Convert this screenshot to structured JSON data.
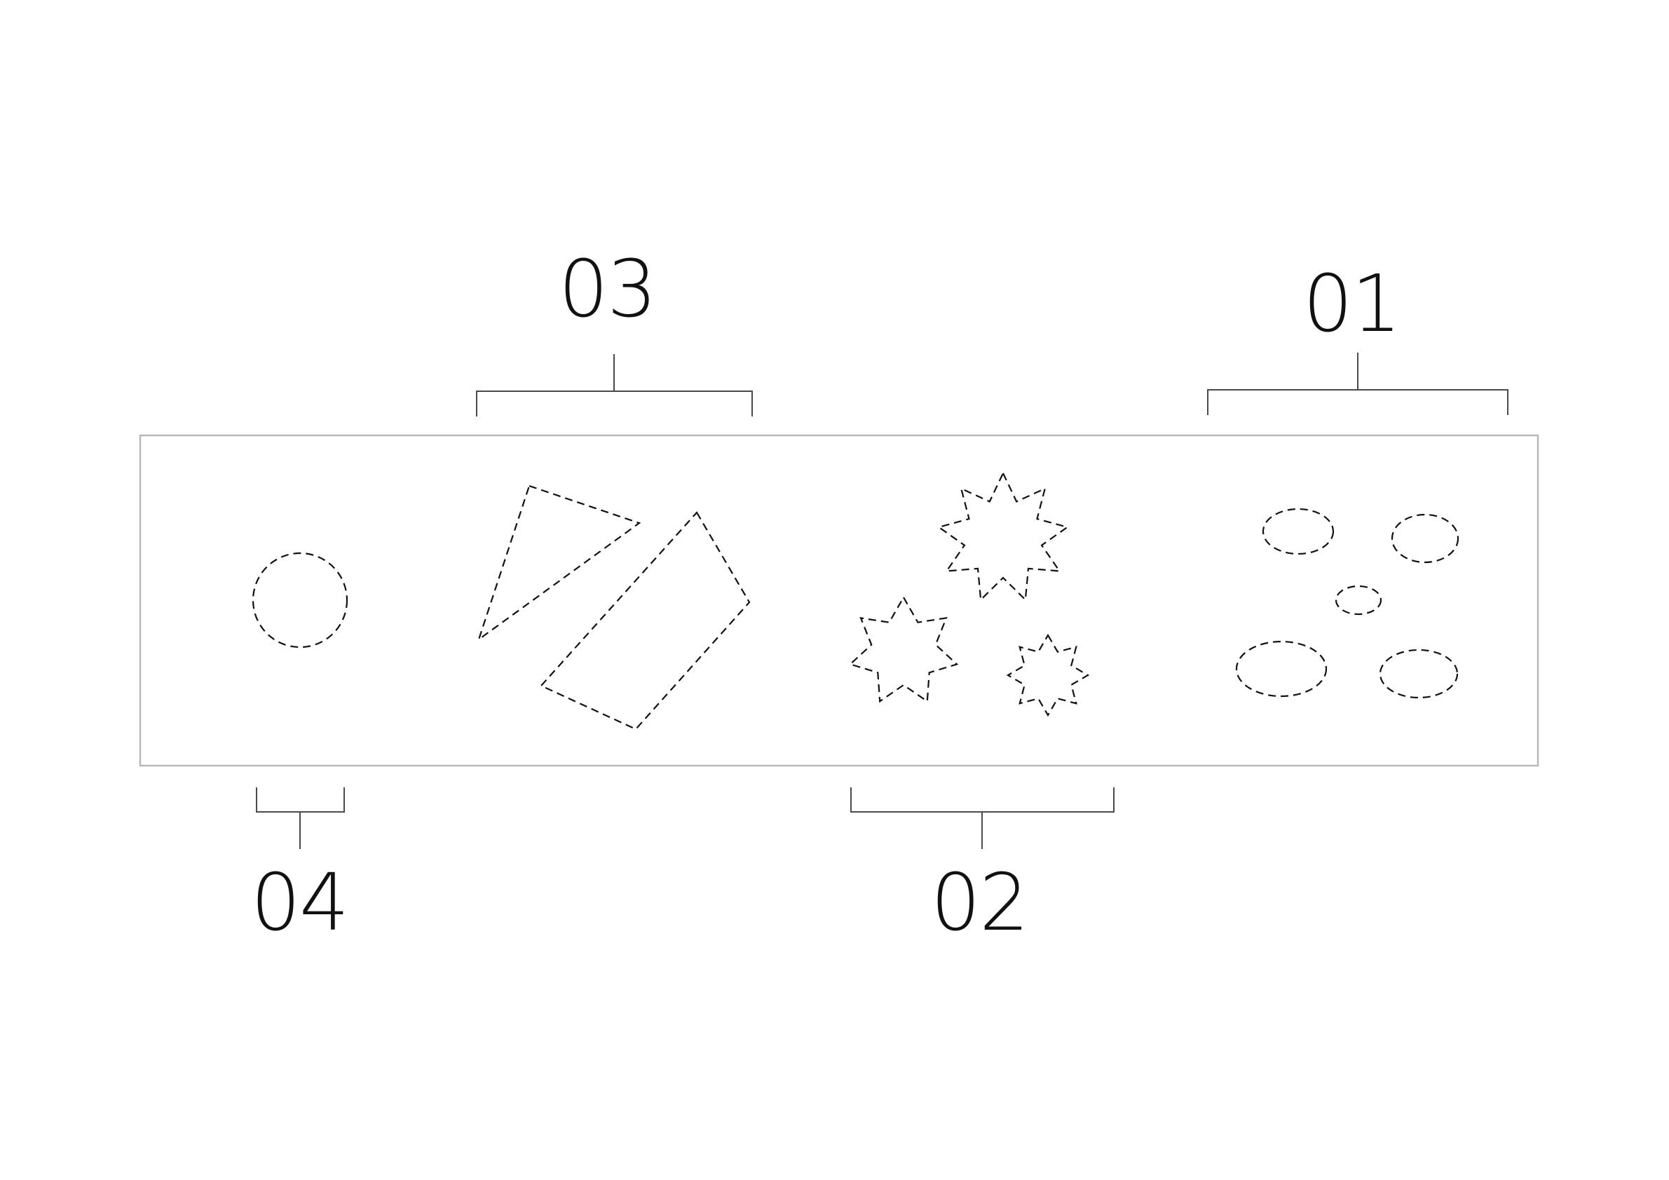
{
  "colors": {
    "background": "#ffffff",
    "panel_outline": "#b8b8b8",
    "bracket_line": "#4a4a4a",
    "cut_line": "#111111",
    "label_text": "#111111"
  },
  "groups": [
    {
      "id": "01",
      "label": "01",
      "shape": "ellipses",
      "count": 5
    },
    {
      "id": "02",
      "label": "02",
      "shape": "stars",
      "count": 3
    },
    {
      "id": "03",
      "label": "03",
      "shape": "polygons",
      "count": 2
    },
    {
      "id": "04",
      "label": "04",
      "shape": "circle",
      "count": 1
    }
  ]
}
